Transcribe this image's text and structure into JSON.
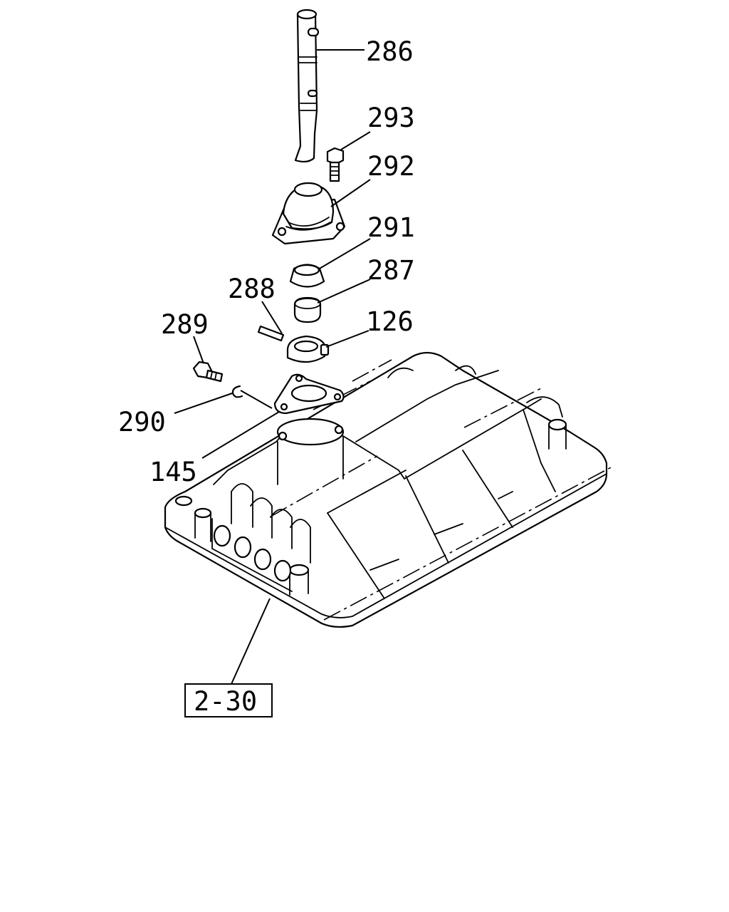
{
  "callouts": {
    "p286": "286",
    "p293": "293",
    "p292": "292",
    "p291": "291",
    "p288": "288",
    "p287": "287",
    "p289": "289",
    "p126": "126",
    "p290": "290",
    "p145": "145"
  },
  "reference": {
    "label": "2-30"
  }
}
